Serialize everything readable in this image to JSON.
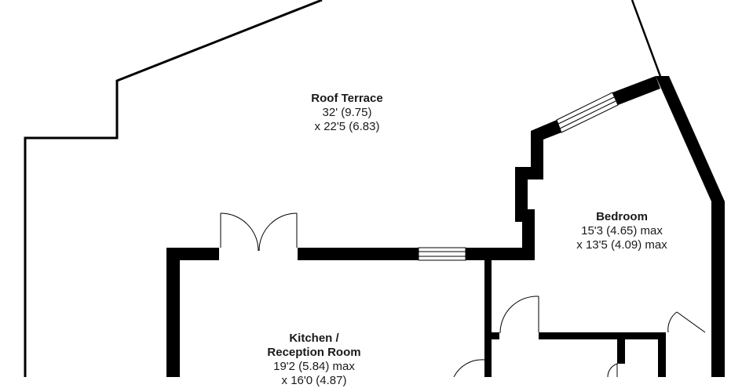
{
  "rooms": {
    "roof_terrace": {
      "name": "Roof Terrace",
      "dim1": "32' (9.75)",
      "dim2": "x 22'5 (6.83)"
    },
    "bedroom": {
      "name": "Bedroom",
      "dim1": "15'3 (4.65) max",
      "dim2": "x 13'5 (4.09) max"
    },
    "kitchen": {
      "name_line1": "Kitchen /",
      "name_line2": "Reception Room",
      "dim1": "19'2 (5.84) max",
      "dim2": "x 16'0 (4.87)"
    }
  },
  "colors": {
    "wall": "#000000",
    "outline": "#000000",
    "background": "#ffffff",
    "text": "#1a1a1a"
  }
}
